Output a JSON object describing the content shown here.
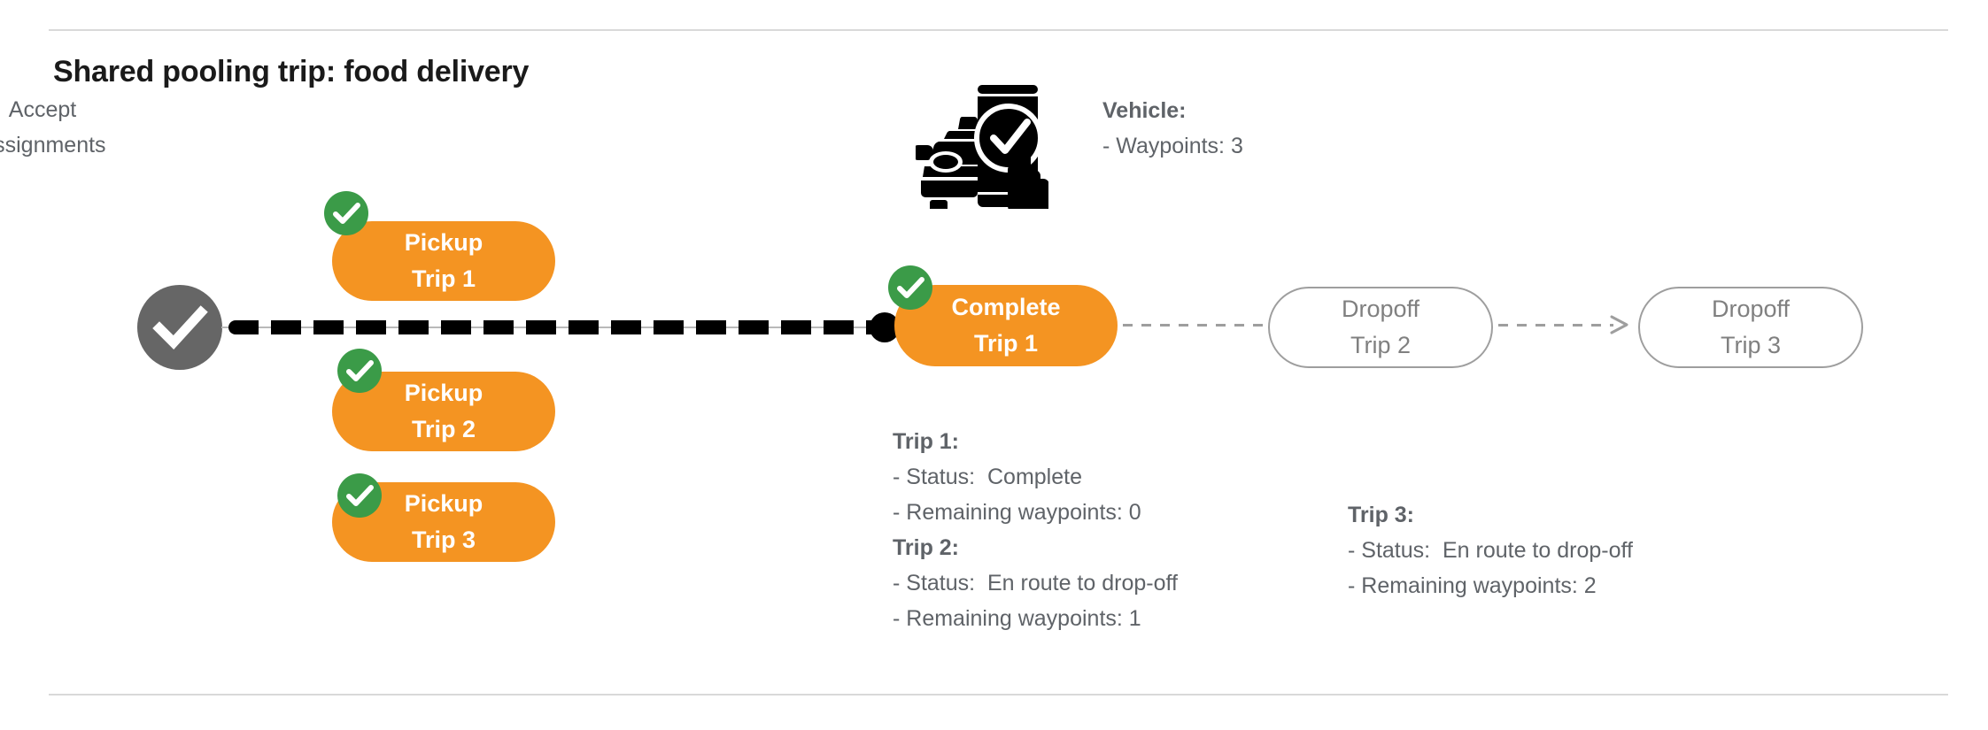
{
  "title": "Shared pooling trip: food delivery",
  "accept_node": {
    "icon": "check-circle-icon",
    "label_line1": "Accept",
    "label_line2": "Assignments"
  },
  "pickups": [
    {
      "line1": "Pickup",
      "line2": "Trip 1",
      "status_icon": "green-check-badge"
    },
    {
      "line1": "Pickup",
      "line2": "Trip 2",
      "status_icon": "green-check-badge"
    },
    {
      "line1": "Pickup",
      "line2": "Trip 3",
      "status_icon": "green-check-badge"
    }
  ],
  "complete_node": {
    "line1": "Complete",
    "line2": "Trip 1",
    "status_icon": "green-check-badge"
  },
  "dropoffs": [
    {
      "line1": "Dropoff",
      "line2": "Trip 2"
    },
    {
      "line1": "Dropoff",
      "line2": "Trip 3"
    }
  ],
  "vehicle_info": {
    "icon": "car-phone-check-icon",
    "heading": "Vehicle:",
    "waypoints": "- Waypoints: 3"
  },
  "trip_details": [
    {
      "heading": "Trip 1:",
      "status": "- Status:  Complete",
      "remaining": "- Remaining waypoints: 0"
    },
    {
      "heading": "Trip 2:",
      "status": "- Status:  En route to drop-off",
      "remaining": "- Remaining waypoints: 1"
    },
    {
      "heading": "Trip 3:",
      "status": "- Status:  En route to drop-off",
      "remaining": "- Remaining waypoints: 2"
    }
  ],
  "colors": {
    "orange": "#F49422",
    "green": "#3B9B48",
    "gray_node": "#666666",
    "gray_text": "#5f6368",
    "outline_gray": "#9e9e9e",
    "rule_gray": "#d9d9d9"
  }
}
